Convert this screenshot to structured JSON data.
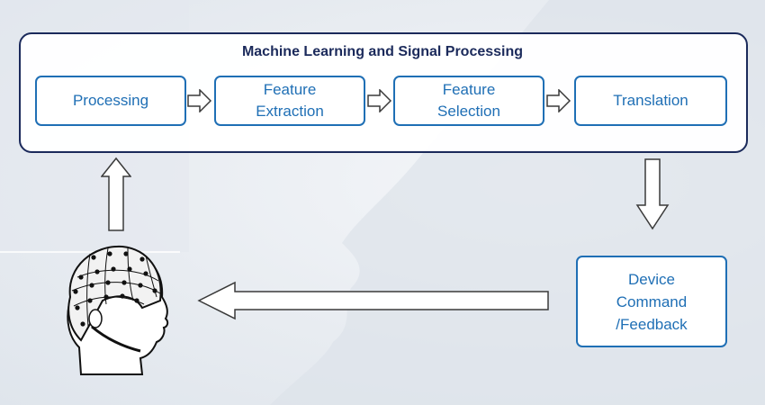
{
  "title": "Machine Learning and Signal Processing",
  "stages": [
    {
      "label": "Processing"
    },
    {
      "label": "Feature\nExtraction"
    },
    {
      "label": "Feature\nSelection"
    },
    {
      "label": "Translation"
    }
  ],
  "output_box": {
    "label": "Device\nCommand\n/Feedback"
  },
  "icons": {
    "user": "eeg-cap-head-icon",
    "flow_arrows": "hollow-arrow-icon"
  },
  "colors": {
    "title": "#1b2a5b",
    "panel_border": "#1b2a5b",
    "stage_border": "#1f6fb5",
    "stage_text": "#1f6fb5",
    "arrow_stroke": "#3a3a3a"
  }
}
